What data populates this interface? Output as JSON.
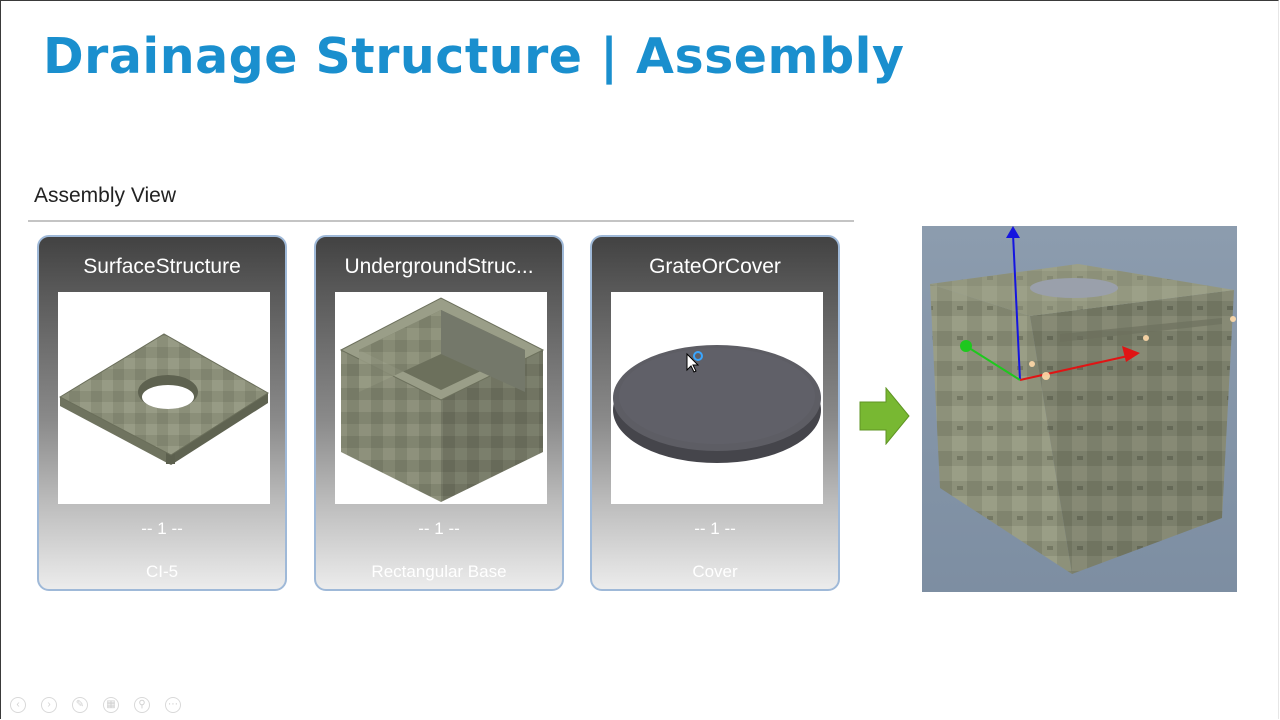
{
  "slide": {
    "title": "Drainage Structure | Assembly"
  },
  "assembly_view": {
    "label": "Assembly View",
    "cards": [
      {
        "title": "SurfaceStructure",
        "quantity": "-- 1 --",
        "name": "CI-5",
        "thumbnail_icon": "surface-slab-icon"
      },
      {
        "title": "UndergroundStruc...",
        "quantity": "-- 1 --",
        "name": "Rectangular Base",
        "thumbnail_icon": "rectangular-box-icon"
      },
      {
        "title": "GrateOrCover",
        "quantity": "-- 1 --",
        "name": "Cover",
        "thumbnail_icon": "round-cover-icon"
      }
    ]
  },
  "result_view": {
    "icon": "assembled-structure-icon",
    "axes_colors": {
      "x": "#e01414",
      "y": "#1ec81e",
      "z": "#1515e0"
    }
  },
  "colors": {
    "title": "#1a8fce",
    "card_border": "#9fb9d8",
    "flow_arrow": "#78b832",
    "concrete": "#8c917c",
    "cover": "#5a5a60"
  },
  "toolbar_icons": [
    "previous-icon",
    "next-icon",
    "pen-icon",
    "slides-icon",
    "zoom-icon",
    "more-icon"
  ]
}
